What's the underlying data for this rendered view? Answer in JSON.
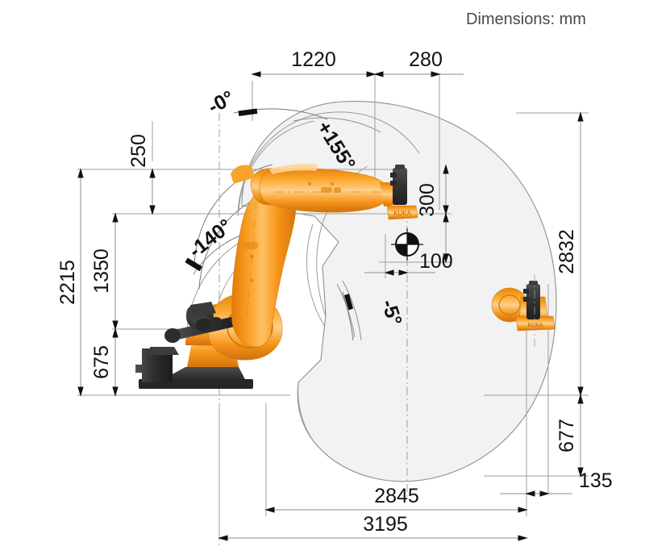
{
  "header": {
    "units_note": "Dimensions: mm"
  },
  "diagram": {
    "title": "Industrial robot work envelope side view",
    "colors": {
      "robot_body": "#F5901E",
      "robot_body_light": "#FFC46B",
      "robot_dark": "#3A3A3A",
      "envelope_fill": "#F1F1F1",
      "envelope_stroke": "#8E8E8E",
      "dimension_line": "#8C8C8C",
      "text": "#111111",
      "note_text": "#4A4A4A"
    }
  },
  "dimensions": {
    "top": [
      {
        "name": "1220",
        "value": "1220"
      },
      {
        "name": "280",
        "value": "280"
      }
    ],
    "left": [
      {
        "name": "250",
        "value": "250"
      },
      {
        "name": "2215",
        "value": "2215"
      },
      {
        "name": "1350",
        "value": "1350"
      },
      {
        "name": "675",
        "value": "675"
      }
    ],
    "right": [
      {
        "name": "2832",
        "value": "2832"
      },
      {
        "name": "677",
        "value": "677"
      },
      {
        "name": "135",
        "value": "135"
      }
    ],
    "bottom": [
      {
        "name": "2845",
        "value": "2845"
      },
      {
        "name": "3195",
        "value": "3195"
      }
    ],
    "center": [
      {
        "name": "300",
        "value": "300"
      },
      {
        "name": "100",
        "value": "100"
      }
    ]
  },
  "angles": [
    {
      "name": "axis-a1-zero",
      "value": "-0°"
    },
    {
      "name": "axis-a3-plus",
      "value": "+155°"
    },
    {
      "name": "axis-a2-minus",
      "value": "-140°"
    },
    {
      "name": "axis-a3-minus",
      "value": "-5°"
    }
  ],
  "symbols": {
    "centroid": "centroid-symbol"
  }
}
